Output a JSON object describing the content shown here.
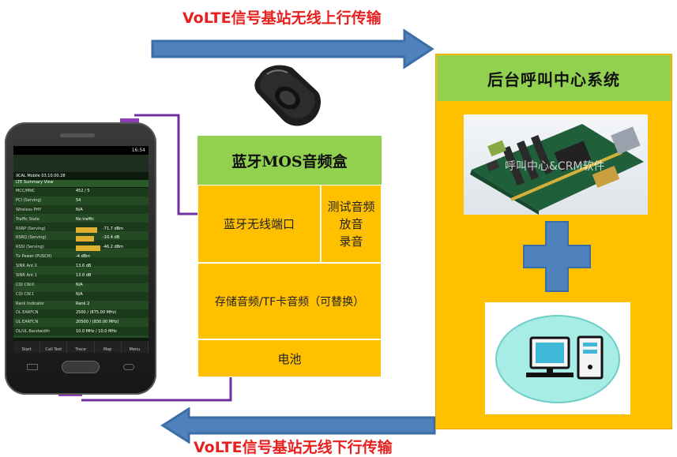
{
  "uplink_label": "VoLTE信号基站无线上行传输",
  "downlink_label": "VoLTE信号基站无线下行传输",
  "bt_box": {
    "title": "蓝牙MOS音频盒",
    "port_label": "蓝牙无线端口",
    "test_audio_lines": [
      "测试音频",
      "放音",
      "录音"
    ],
    "storage_label": "存储音频/TF卡音频（可替换）",
    "battery_label": "电池"
  },
  "backend": {
    "title": "后台呼叫中心系统",
    "card_watermark": "呼叫中心&CRM软件",
    "plus_symbol": "+"
  },
  "phone": {
    "status_time": "16:54",
    "app_title": "XCAL Mobile 03.10.00.28",
    "panel_title": "LTE Summary View",
    "rows": [
      {
        "k": "MCC/MNC",
        "v": "452 / 5"
      },
      {
        "k": "PCI (Serving)",
        "v": "54"
      },
      {
        "k": "Wireless PHY",
        "v": "N/A"
      },
      {
        "k": "Traffic State",
        "v": "No traffic"
      },
      {
        "k": "RSRP (Serving)",
        "v": "-71.7 dBm"
      },
      {
        "k": "RSRQ (Serving)",
        "v": "-10.4 dB"
      },
      {
        "k": "RSSI (Serving)",
        "v": "-46.2 dBm"
      },
      {
        "k": "Tx Power (PUSCH)",
        "v": "-4 dBm"
      },
      {
        "k": "SINR Ant.0",
        "v": "13.6 dB"
      },
      {
        "k": "SINR Ant.1",
        "v": "13.0 dB"
      },
      {
        "k": "CQI CW.0",
        "v": "N/A"
      },
      {
        "k": "CQI CW.1",
        "v": "N/A"
      },
      {
        "k": "Rank Indicator",
        "v": "Rank 2"
      },
      {
        "k": "DL EARFCN",
        "v": "2500 / (875.00 MHz)"
      },
      {
        "k": "UL EARFCN",
        "v": "20500 / (830.00 MHz)"
      },
      {
        "k": "DL/UL Bandwidth",
        "v": "10.0 MHz / 10.0 MHz"
      }
    ],
    "bar_fractions": [
      0,
      0,
      0,
      0,
      0.3,
      0.25,
      0.35,
      0,
      0,
      0,
      0,
      0,
      0,
      0,
      0,
      0
    ],
    "bottom_tabs": [
      "Start",
      "Call Test",
      "Trace",
      "Map",
      "Menu"
    ]
  },
  "colors": {
    "arrow_fill": "#4f81bd",
    "arrow_stroke": "#3a6ea5",
    "box_fill": "#ffc000",
    "header_fill": "#92d050",
    "connector": "#7030a0",
    "label_red": "#e8201f"
  },
  "icons": {
    "bt_device": "bluetooth-dongle-icon",
    "card": "telephony-card-icon",
    "plus": "plus-icon",
    "computer": "computer-icon"
  }
}
